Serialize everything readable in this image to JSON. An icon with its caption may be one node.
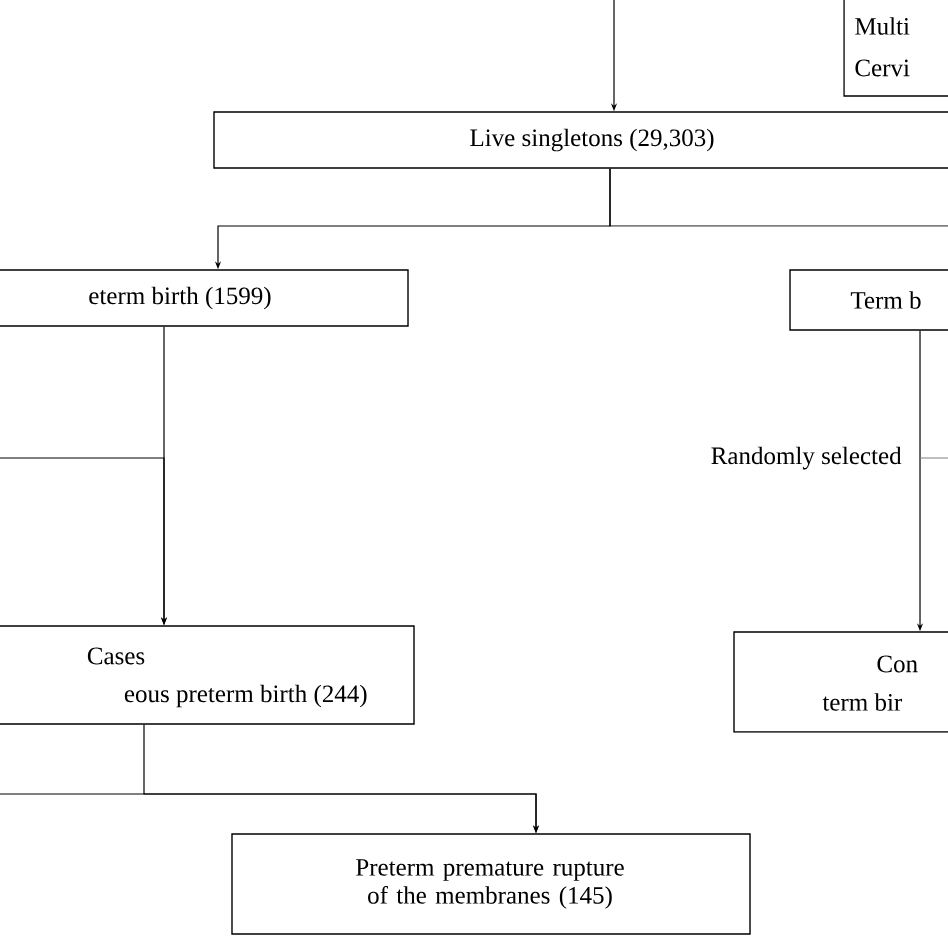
{
  "diagram": {
    "nodes": [
      {
        "text": [
          "Multi",
          "Cervi"
        ]
      },
      {
        "text": [
          "Live singletons (29,303)"
        ]
      },
      {
        "text": [
          "eterm birth (1599)"
        ]
      },
      {
        "text": [
          "Term b"
        ]
      },
      {
        "text": [
          "Cases",
          "eous preterm birth (244)"
        ]
      },
      {
        "text": [
          "Con",
          "term bir"
        ]
      },
      {
        "text": [
          "Preterm premature rupture of the membranes (145)"
        ]
      }
    ],
    "edges": [
      {
        "from": null,
        "to": 1,
        "arrow": "to"
      },
      {
        "from": 1,
        "to": 2,
        "arrow": "to"
      },
      {
        "from": 1,
        "to": null,
        "arrow": "none"
      },
      {
        "from": 2,
        "to": 4,
        "arrow": "to"
      },
      {
        "from": null,
        "to": 4,
        "arrow": "to"
      },
      {
        "from": 3,
        "to": 5,
        "arrow": "to",
        "label": "Randomly selected"
      },
      {
        "from": 4,
        "to": 6,
        "arrow": "to"
      },
      {
        "from": null,
        "to": 6,
        "arrow": "to"
      }
    ]
  }
}
